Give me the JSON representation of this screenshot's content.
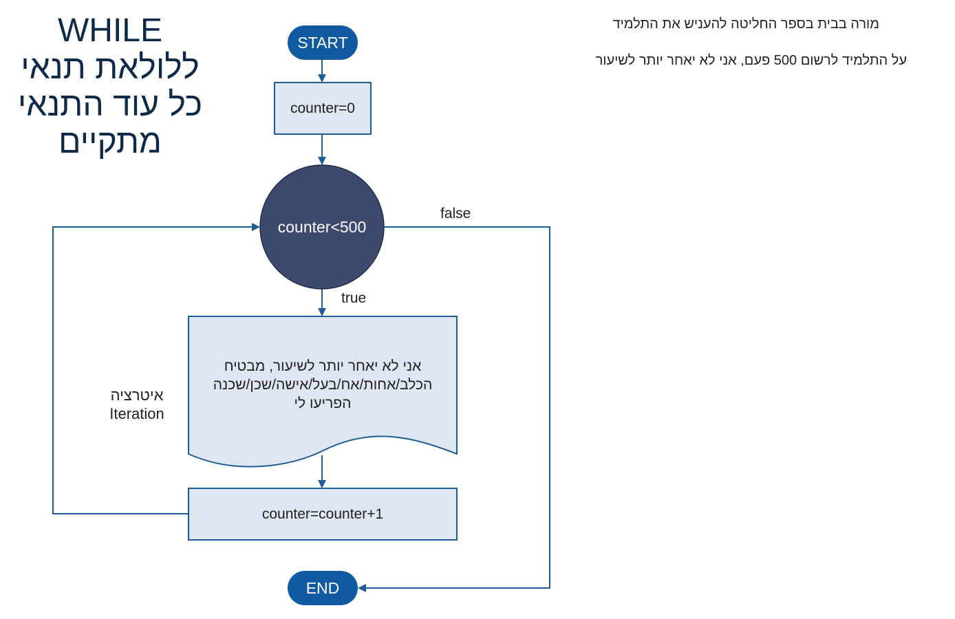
{
  "title": {
    "line1": "WHILE",
    "line2": "ללולאת תנאי",
    "line3": "כל עוד התנאי",
    "line4": "מתקיים"
  },
  "story": {
    "line1": "מורה בבית בספר החליטה להעניש את התלמיד",
    "line2": "על התלמיד לרשום 500 פעם, אני לא יאחר יותר לשיעור"
  },
  "flow": {
    "start_label": "START",
    "init_label": "counter=0",
    "condition_label": "counter<500",
    "false_label": "false",
    "true_label": "true",
    "process_text": "אני לא יאחר יותר לשיעור, מבטיח הכלב/אחות/אח/בעל/אישה/שכן/שכנה הפריעו לי",
    "increment_label": "counter=counter+1",
    "end_label": "END",
    "iteration_he": "איטרציה",
    "iteration_en": "Iteration"
  },
  "colors": {
    "terminal": "#0f5aa0",
    "box_fill": "#dde6f1",
    "box_stroke": "#1f5b94",
    "decision_fill": "#3d4a6e",
    "connector": "#1f5b94",
    "title_text": "#0f2a48"
  }
}
